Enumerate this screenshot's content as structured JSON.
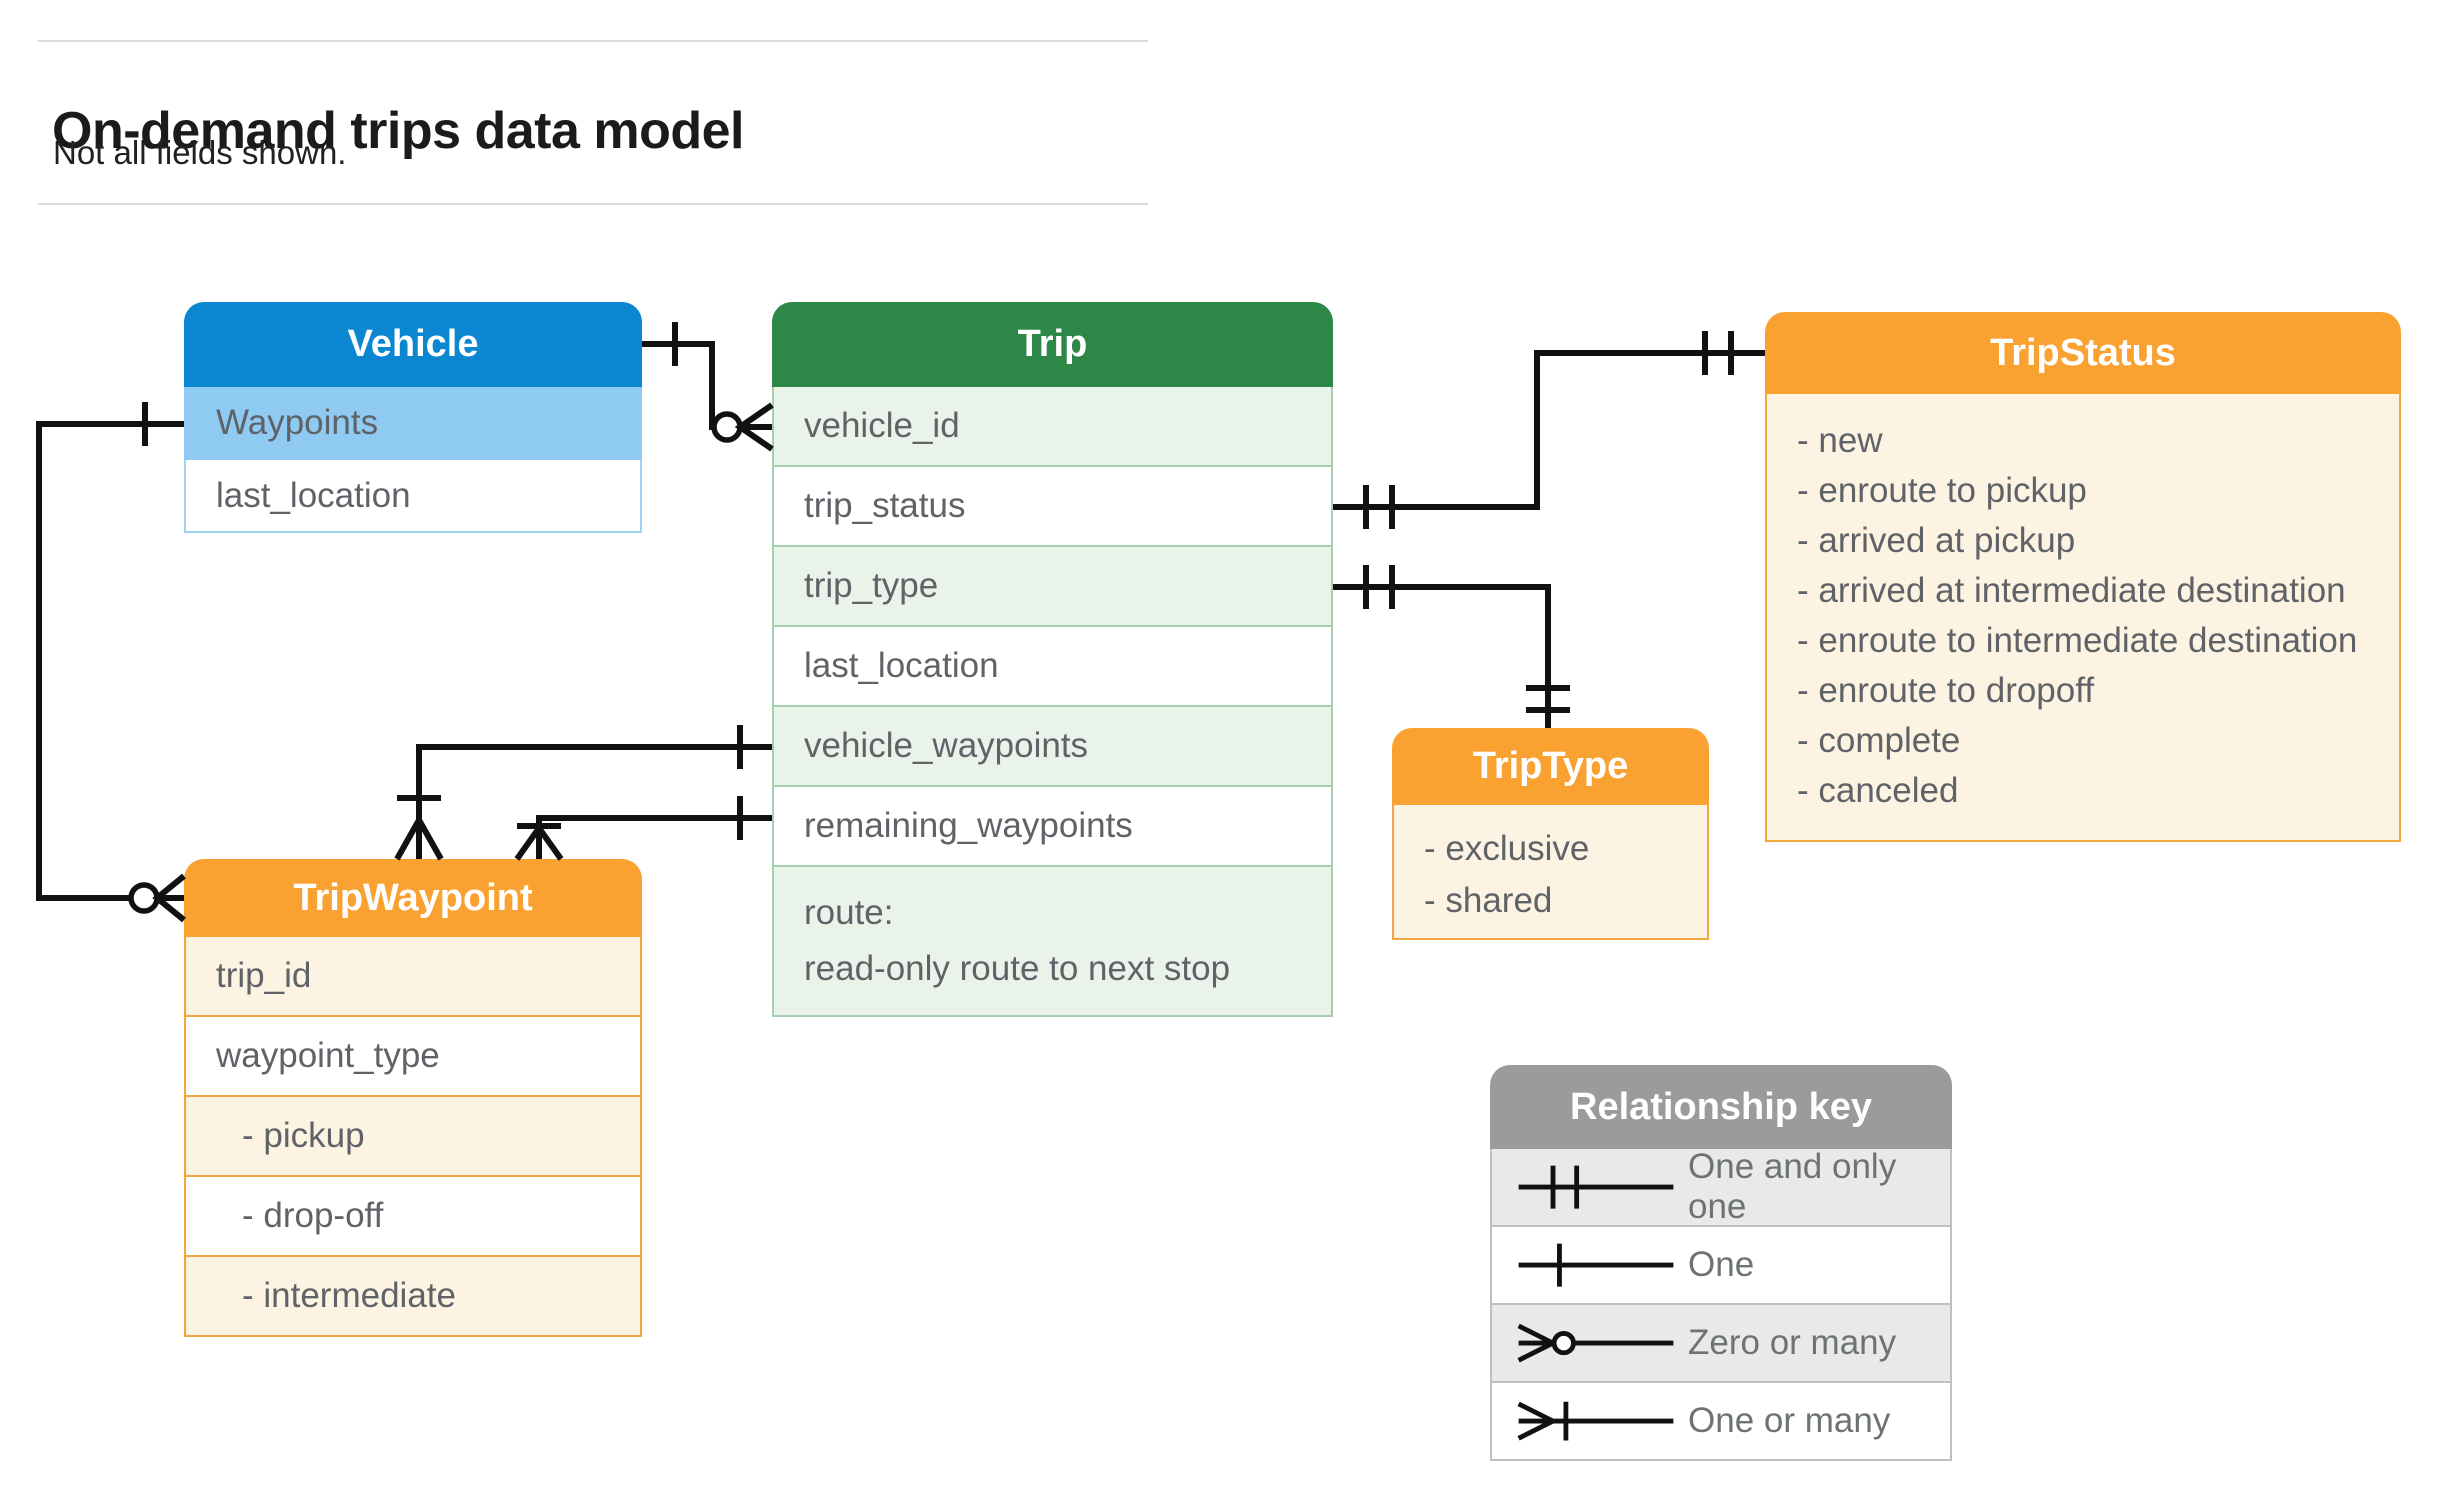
{
  "page": {
    "title": "On-demand trips data model",
    "subtitle": "Not all fields shown."
  },
  "entities": {
    "vehicle": {
      "title": "Vehicle",
      "rows": [
        "Waypoints",
        "last_location"
      ],
      "highlighted_row": "Waypoints"
    },
    "trip": {
      "title": "Trip",
      "rows": [
        "vehicle_id",
        "trip_status",
        "trip_type",
        "last_location",
        "vehicle_waypoints",
        "remaining_waypoints"
      ],
      "route_row": [
        "route:",
        "read-only route to next stop"
      ]
    },
    "tripstatus": {
      "title": "TripStatus",
      "rows": [
        "- new",
        "- enroute to pickup",
        "- arrived at pickup",
        "- arrived at intermediate destination",
        "- enroute to intermediate destination",
        "- enroute to dropoff",
        "- complete",
        "- canceled"
      ]
    },
    "triptype": {
      "title": "TripType",
      "rows": [
        "- exclusive",
        "- shared"
      ]
    },
    "tripwaypoint": {
      "title": "TripWaypoint",
      "rows": [
        "trip_id",
        "waypoint_type",
        "- pickup",
        "- drop-off",
        "- intermediate"
      ]
    }
  },
  "legend": {
    "title": "Relationship key",
    "entries": [
      {
        "symbol": "one-and-only-one",
        "label": "One and only one"
      },
      {
        "symbol": "one",
        "label": "One"
      },
      {
        "symbol": "zero-or-many",
        "label": "Zero or many"
      },
      {
        "symbol": "one-or-many",
        "label": "One or many"
      }
    ]
  },
  "connectors": [
    {
      "from": "Vehicle",
      "to": "Trip.vehicle_id",
      "from_cardinality": "one",
      "to_cardinality": "zero-or-many"
    },
    {
      "from": "Trip.trip_status",
      "to": "TripStatus",
      "from_cardinality": "one-and-only-one",
      "to_cardinality": "one-and-only-one"
    },
    {
      "from": "Trip.trip_type",
      "to": "TripType",
      "from_cardinality": "one-and-only-one",
      "to_cardinality": "one-and-only-one"
    },
    {
      "from": "Trip.vehicle_waypoints",
      "to": "TripWaypoint",
      "from_cardinality": "one",
      "to_cardinality": "one-or-many"
    },
    {
      "from": "Trip.remaining_waypoints",
      "to": "TripWaypoint",
      "from_cardinality": "one",
      "to_cardinality": "one-or-many"
    },
    {
      "from": "Vehicle.Waypoints",
      "to": "TripWaypoint",
      "from_cardinality": "one",
      "to_cardinality": "zero-or-many"
    }
  ],
  "colors": {
    "vehicle_header": "#0b87d1",
    "vehicle_highlight_row": "#8ecaf2",
    "trip_header": "#2d8847",
    "trip_light_row": "#e9f3ea",
    "enum_header": "#f9a232",
    "enum_light_row": "#fdf3e2",
    "key_header": "#9b9b9b",
    "key_light_row": "#e9e9e9",
    "row_text": "#5f6368",
    "connector": "#111111"
  }
}
